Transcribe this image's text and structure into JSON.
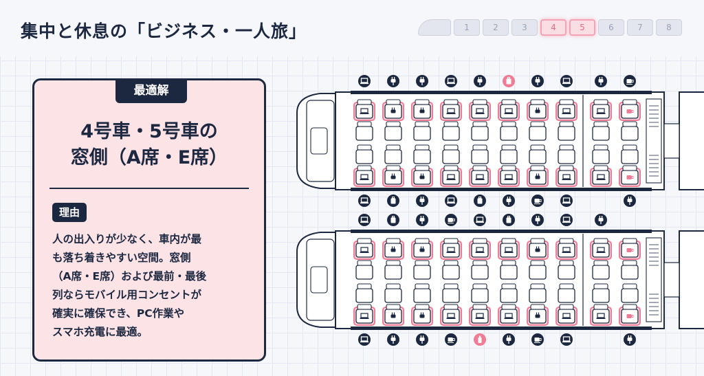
{
  "header": {
    "title": "集中と休息の「ビジネス・一人旅」",
    "cars": [
      "1",
      "2",
      "3",
      "4",
      "5",
      "6",
      "7",
      "8"
    ],
    "active_cars": [
      4,
      5
    ]
  },
  "card": {
    "tag": "最適解",
    "head_line1": "4号車・5号車の",
    "head_line2": "窓側（A席・E席）",
    "reason_tag": "理由",
    "reason_lines": [
      "人の出入りが少なく、車内が最",
      "も落ち着きやすい空間。窓側",
      "（A席・E席）および最前・最後",
      "列ならモバイル用コンセントが",
      "確実に確保でき、PC作業や",
      "スマホ充電に最適。"
    ]
  },
  "colors": {
    "navy": "#1c2740",
    "highlight": "#f07b95",
    "highlight_fill": "#fbd9e0",
    "card_bg": "#fbe3e6"
  },
  "cars_diagram": [
    {
      "car": "4",
      "window_row_top_icons": [
        "laptop",
        "plug",
        "plug",
        "laptop",
        "plug",
        "luggage",
        "plug",
        "laptop",
        "plug",
        "cup"
      ],
      "window_row_bottom_icons": [
        "laptop",
        "luggage",
        "plug",
        "laptop",
        "luggage",
        "plug",
        "cup",
        "laptop",
        "plug"
      ]
    },
    {
      "car": "5",
      "window_row_top_icons": [
        "laptop",
        "luggage",
        "plug",
        "cup",
        "laptop",
        "luggage",
        "plug",
        "laptop",
        "plug"
      ],
      "window_row_bottom_icons": [
        "laptop",
        "plug",
        "plug",
        "cup",
        "bottle",
        "plug",
        "cup",
        "laptop",
        "plug"
      ]
    }
  ],
  "seat_marks": [
    "laptop",
    "plug",
    "plug",
    "laptop",
    "laptop",
    "laptop",
    "plug",
    "laptop",
    "laptop",
    "cup"
  ]
}
